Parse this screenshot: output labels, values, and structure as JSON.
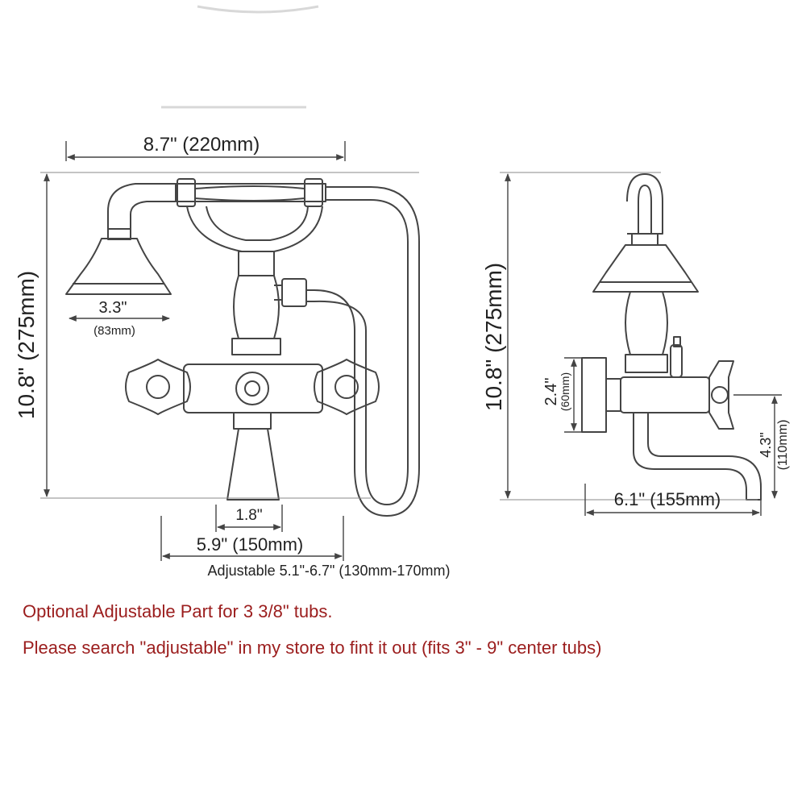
{
  "front_view": {
    "width_label": "8.7\" (220mm)",
    "height_label": "10.8\" (275mm)",
    "head_dia_label": "3.3\"",
    "head_dia_mm_label": "(83mm)",
    "inlet_label": "1.8\"",
    "centers_label": "5.9\" (150mm)",
    "adjustable_label": "Adjustable 5.1\"-6.7\" (130mm-170mm)"
  },
  "side_view": {
    "height_label": "10.8\" (275mm)",
    "flange_label": "2.4\"",
    "flange_mm_label": "(60mm)",
    "spout_height_label": "4.3\"",
    "spout_height_mm_label": "(110mm)",
    "reach_label": "6.1\" (155mm)"
  },
  "notes": {
    "line1": "Optional Adjustable Part for 3 3/8\" tubs.",
    "line2": "Please search \"adjustable\" in my store to fint it out (fits 3\" - 9\" center tubs)"
  },
  "colors": {
    "line": "#444444",
    "note": "#9b1d1d"
  }
}
